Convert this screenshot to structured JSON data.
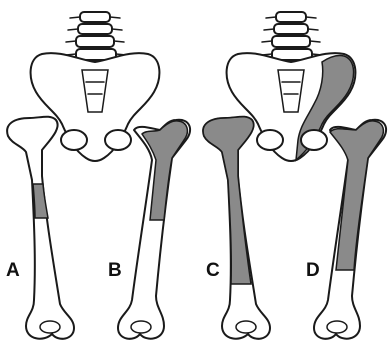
{
  "figure": {
    "labels": [
      "A",
      "B",
      "C",
      "D"
    ]
  },
  "colors": {
    "outline": "#1a1a1a",
    "bone": "#ffffff",
    "highlight": "#8a8a8a"
  }
}
